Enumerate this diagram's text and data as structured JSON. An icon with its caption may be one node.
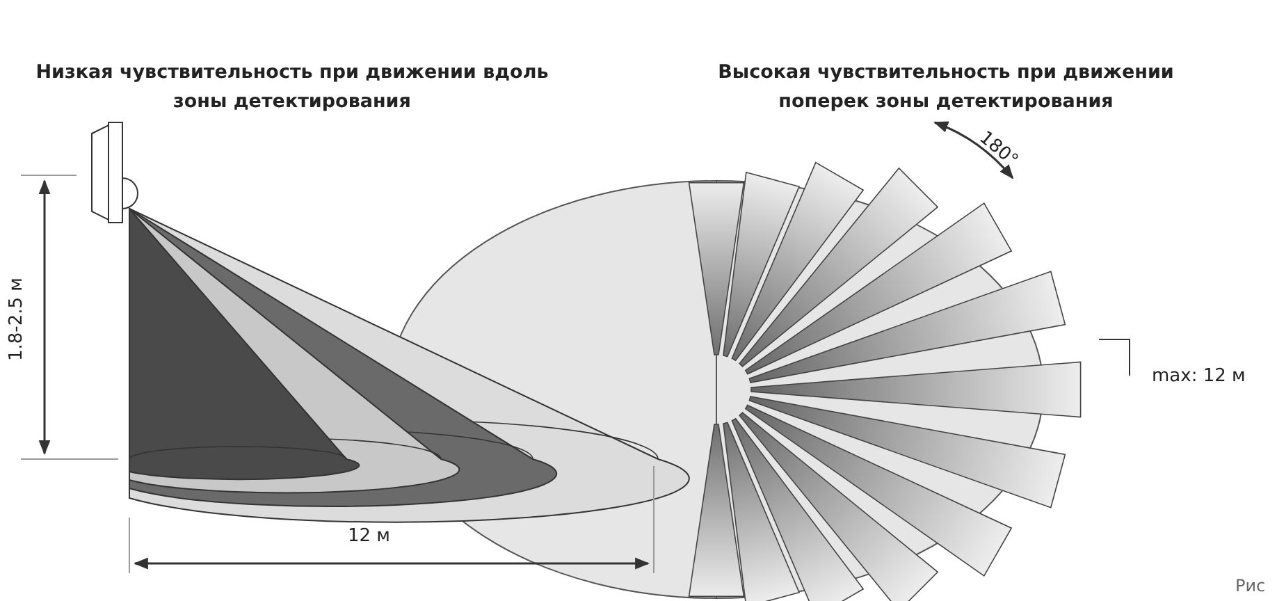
{
  "diagram": {
    "labels": [
      "Низкая чувствительность при движении вдоль зоны детектирования",
      "Высокая чувствительность при движении поперек зоны детектирования",
      "180°",
      "1.8-2.5 м",
      "max: 12 м",
      "12 м",
      "Рис"
    ]
  }
}
